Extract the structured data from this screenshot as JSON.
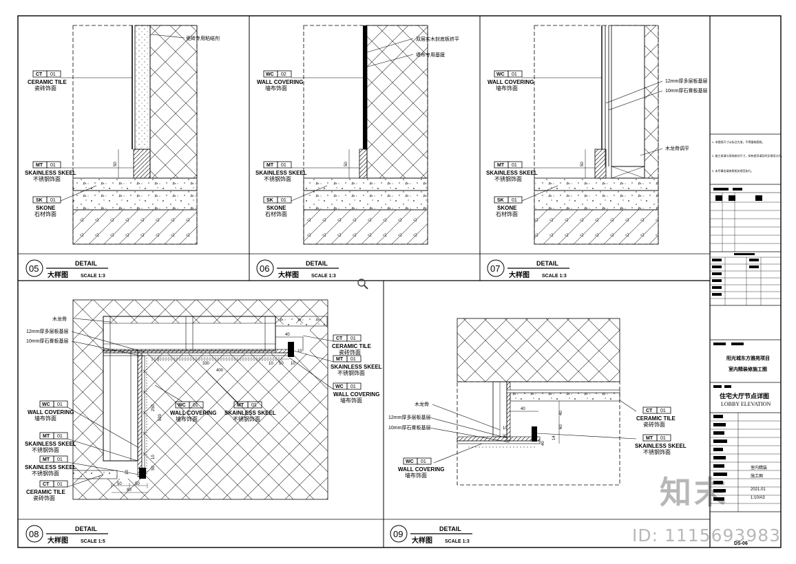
{
  "title_block": {
    "notes": [
      "1. 本图纸尺寸以标注为准，不得量取图纸。",
      "2. 施工前请与现场核对尺寸，如有差异请及时反馈设计方。",
      "3. 未尽事宜请参照相关规范执行。"
    ],
    "project_lines": [
      "阳光城东方雅苑项目",
      "室内精装修施工图"
    ],
    "drawing_title_cn": "住宅大厅节点详图",
    "drawing_title_en": "LOBBY ELEVATION",
    "stage": "室内精装",
    "type": "施工图",
    "date": "2021.01",
    "scale": "1:10/A3",
    "sheet_no": "DS-06"
  },
  "panels": [
    {
      "num": "05",
      "label": "DETAIL",
      "cn": "大样图",
      "scale": "SCALE 1:3"
    },
    {
      "num": "06",
      "label": "DETAIL",
      "cn": "大样图",
      "scale": "SCALE 1:3"
    },
    {
      "num": "07",
      "label": "DETAIL",
      "cn": "大样图",
      "scale": "SCALE 1:3"
    },
    {
      "num": "08",
      "label": "DETAIL",
      "cn": "大样图",
      "scale": "SCALE 1:5"
    },
    {
      "num": "09",
      "label": "DETAIL",
      "cn": "大样图",
      "scale": "SCALE 1:3"
    }
  ],
  "tags": {
    "ct": {
      "code": "CT",
      "idx": "01",
      "en": "CERAMIC TILE",
      "cn": "瓷砖饰面"
    },
    "wc1": {
      "code": "WC",
      "idx": "01",
      "en": "WALL COVERING",
      "cn": "墙布饰面"
    },
    "wc2": {
      "code": "WC",
      "idx": "02",
      "en": "WALL COVERING",
      "cn": "墙布饰面"
    },
    "mt": {
      "code": "MT",
      "idx": "01",
      "en": "SKAINLESS SKEEL",
      "cn": "不锈钢饰面"
    },
    "sk": {
      "code": "SK",
      "idx": "01",
      "en": "SKONE",
      "cn": "石材饰面"
    }
  },
  "callouts": {
    "p05_a": "瓷砖专用粘结剂",
    "p06_a": "双层实木封底板挤平",
    "p06_b": "墙布专用基膜",
    "p07_a": "12mm厚多层板基层",
    "p07_b": "10mm厚石膏板基层",
    "p07_c": "木龙骨调平",
    "p08_a": "木龙骨",
    "p08_b": "12mm厚多层板基层",
    "p08_c": "10mm厚石膏板基层",
    "p09_a": "木龙骨",
    "p09_b": "12mm厚多层板基层",
    "p09_c": "10mm厚石膏板基层"
  },
  "dims": {
    "d50": "50",
    "d40": "40",
    "d10": "10",
    "d330": "330",
    "d400": "400",
    "d250": "250",
    "d520": "520",
    "d30": "30",
    "d60": "60",
    "d80": "80",
    "d14": "14"
  },
  "watermark": {
    "logo": "知末",
    "id": "ID: 1115693983"
  }
}
